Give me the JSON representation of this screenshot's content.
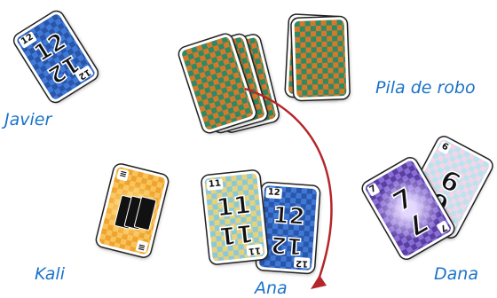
{
  "players": {
    "javier": "Javier",
    "kali": "Kali",
    "ana": "Ana",
    "dana": "Dana",
    "draw_pile": "Pila de robo"
  },
  "cards": {
    "javier_card": "12",
    "ana_card_left": "11",
    "ana_card_right": "12",
    "dana_card_front": "7",
    "dana_card_back": "6",
    "kali_card_corner": "≡"
  },
  "colors": {
    "label": "#1a73c9",
    "arrow": "#b5262a"
  }
}
